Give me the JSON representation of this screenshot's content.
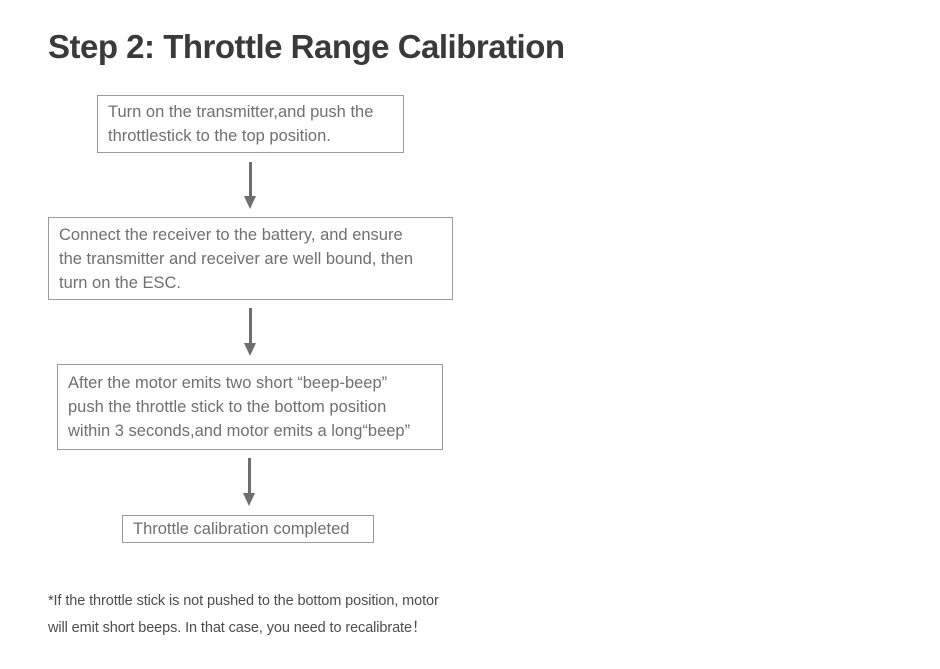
{
  "page": {
    "title": "Step 2: Throttle Range Calibration"
  },
  "colors": {
    "title_text": "#3a3a3a",
    "box_text": "#707070",
    "box_border": "#9c9c9c",
    "arrow": "#6e6e6e",
    "footnote_text": "#4d4d4d",
    "background": "#ffffff"
  },
  "flowchart": {
    "steps": [
      {
        "name": "turn-on-transmitter",
        "lines": [
          "Turn on the transmitter,and push the",
          "throttlestick to the top position."
        ]
      },
      {
        "name": "connect-receiver",
        "lines": [
          "Connect the receiver to the battery, and ensure",
          "the transmitter and receiver are well bound, then",
          "turn on the ESC."
        ]
      },
      {
        "name": "push-throttle-bottom",
        "lines": [
          "After the motor emits two short “beep-beep”",
          "push the throttle stick to the bottom position",
          "within 3 seconds,and motor emits a long“beep”"
        ]
      },
      {
        "name": "calibration-completed",
        "lines": [
          "Throttle calibration completed"
        ]
      }
    ],
    "connector_icon": "down-arrow"
  },
  "footnote": {
    "lines": [
      "*If the throttle stick is not pushed to the bottom position, motor",
      "will emit short beeps. In that case, you need to recalibrate！"
    ]
  }
}
